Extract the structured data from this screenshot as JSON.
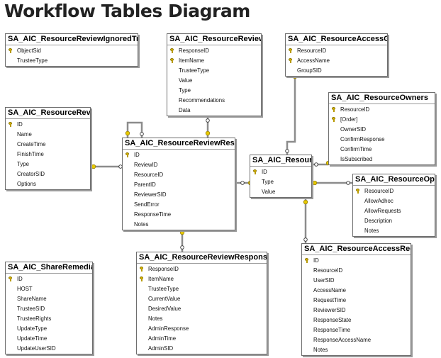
{
  "title": "Workflow Tables Diagram",
  "colors": {
    "key": "#d8b400",
    "line": "#8c8c8c",
    "border": "#6e6e6e"
  },
  "tables": [
    {
      "name": "SA_AIC_ResourceReviewIgnoredTrustees",
      "rows": [
        {
          "name": "ObjectSid",
          "key": true
        },
        {
          "name": "TrusteeType",
          "key": false
        }
      ]
    },
    {
      "name": "SA_AIC_ResourceReviewData",
      "rows": [
        {
          "name": "ResponseID",
          "key": true
        },
        {
          "name": "ItemName",
          "key": true
        },
        {
          "name": "TrusteeType",
          "key": false
        },
        {
          "name": "Value",
          "key": false
        },
        {
          "name": "Type",
          "key": false
        },
        {
          "name": "Recommendations",
          "key": false
        },
        {
          "name": "Data",
          "key": false
        }
      ]
    },
    {
      "name": "SA_AIC_ResourceAccessGroups",
      "rows": [
        {
          "name": "ResourceID",
          "key": true
        },
        {
          "name": "AccessName",
          "key": true
        },
        {
          "name": "GroupSID",
          "key": false
        }
      ]
    },
    {
      "name": "SA_AIC_ResourceOwners",
      "rows": [
        {
          "name": "ResourceID",
          "key": true
        },
        {
          "name": "[Order]",
          "key": true
        },
        {
          "name": "OwnerSID",
          "key": false
        },
        {
          "name": "ConfirmResponse",
          "key": false
        },
        {
          "name": "ConfirmTime",
          "key": false
        },
        {
          "name": "IsSubscribed",
          "key": false
        }
      ]
    },
    {
      "name": "SA_AIC_ResourceReviews",
      "rows": [
        {
          "name": "ID",
          "key": true
        },
        {
          "name": "Name",
          "key": false
        },
        {
          "name": "CreateTime",
          "key": false
        },
        {
          "name": "FinishTime",
          "key": false
        },
        {
          "name": "Type",
          "key": false
        },
        {
          "name": "CreatorSID",
          "key": false
        },
        {
          "name": "Options",
          "key": false
        }
      ]
    },
    {
      "name": "SA_AIC_ResourceReviewResponses",
      "rows": [
        {
          "name": "ID",
          "key": true
        },
        {
          "name": "ReviewID",
          "key": false
        },
        {
          "name": "ResourceID",
          "key": false
        },
        {
          "name": "ParentID",
          "key": false
        },
        {
          "name": "ReviewerSID",
          "key": false
        },
        {
          "name": "SendError",
          "key": false
        },
        {
          "name": "ResponseTime",
          "key": false
        },
        {
          "name": "Notes",
          "key": false
        }
      ]
    },
    {
      "name": "SA_AIC_Resources",
      "rows": [
        {
          "name": "ID",
          "key": true
        },
        {
          "name": "Type",
          "key": false
        },
        {
          "name": "Value",
          "key": false
        }
      ]
    },
    {
      "name": "SA_AIC_ResourceOptions",
      "rows": [
        {
          "name": "ResourceID",
          "key": true
        },
        {
          "name": "AllowAdhoc",
          "key": false
        },
        {
          "name": "AllowRequests",
          "key": false
        },
        {
          "name": "Description",
          "key": false
        },
        {
          "name": "Notes",
          "key": false
        }
      ]
    },
    {
      "name": "SA_AIC_ShareRemediation",
      "rows": [
        {
          "name": "ID",
          "key": true
        },
        {
          "name": "HOST",
          "key": false
        },
        {
          "name": "ShareName",
          "key": false
        },
        {
          "name": "TrusteeSID",
          "key": false
        },
        {
          "name": "TrusteeRights",
          "key": false
        },
        {
          "name": "UpdateType",
          "key": false
        },
        {
          "name": "UpdateTime",
          "key": false
        },
        {
          "name": "UpdateUserSID",
          "key": false
        }
      ]
    },
    {
      "name": "SA_AIC_ResourceReviewResponseDetails",
      "rows": [
        {
          "name": "ResponseID",
          "key": true
        },
        {
          "name": "ItemName",
          "key": true
        },
        {
          "name": "TrusteeType",
          "key": false
        },
        {
          "name": "CurrentValue",
          "key": false
        },
        {
          "name": "DesiredValue",
          "key": false
        },
        {
          "name": "Notes",
          "key": false
        },
        {
          "name": "AdminResponse",
          "key": false
        },
        {
          "name": "AdminTime",
          "key": false
        },
        {
          "name": "AdminSID",
          "key": false
        }
      ]
    },
    {
      "name": "SA_AIC_ResourceAccessRequests",
      "rows": [
        {
          "name": "ID",
          "key": true
        },
        {
          "name": "ResourceID",
          "key": false
        },
        {
          "name": "UserSID",
          "key": false
        },
        {
          "name": "AccessName",
          "key": false
        },
        {
          "name": "RequestTime",
          "key": false
        },
        {
          "name": "ReviewerSID",
          "key": false
        },
        {
          "name": "ResponseState",
          "key": false
        },
        {
          "name": "ResponseTime",
          "key": false
        },
        {
          "name": "ResponseAccessName",
          "key": false
        },
        {
          "name": "Notes",
          "key": false
        }
      ]
    }
  ]
}
